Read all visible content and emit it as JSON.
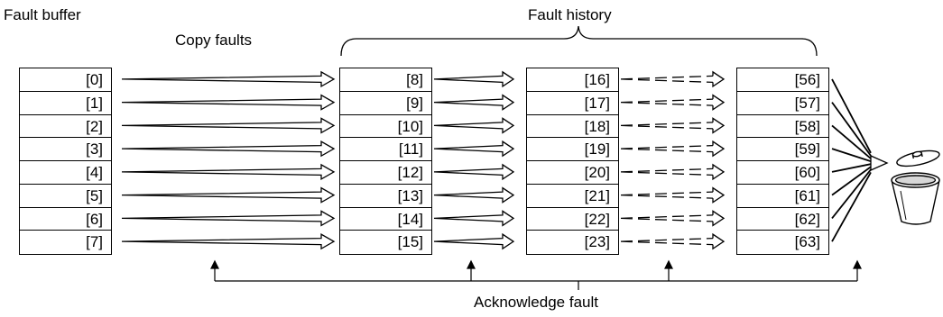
{
  "labels": {
    "fault_buffer": "Fault buffer",
    "copy_faults": "Copy faults",
    "fault_history": "Fault history",
    "acknowledge_fault": "Acknowledge fault"
  },
  "stacks": [
    {
      "name": "fault-buffer",
      "cells": [
        "[0]",
        "[1]",
        "[2]",
        "[3]",
        "[4]",
        "[5]",
        "[6]",
        "[7]"
      ]
    },
    {
      "name": "history-1",
      "cells": [
        "[8]",
        "[9]",
        "[10]",
        "[11]",
        "[12]",
        "[13]",
        "[14]",
        "[15]"
      ]
    },
    {
      "name": "history-2",
      "cells": [
        "[16]",
        "[17]",
        "[18]",
        "[19]",
        "[20]",
        "[21]",
        "[22]",
        "[23]"
      ]
    },
    {
      "name": "history-last",
      "cells": [
        "[56]",
        "[57]",
        "[58]",
        "[59]",
        "[60]",
        "[61]",
        "[62]",
        "[63]"
      ]
    }
  ],
  "icons": {
    "trash": "trash-can-icon"
  }
}
